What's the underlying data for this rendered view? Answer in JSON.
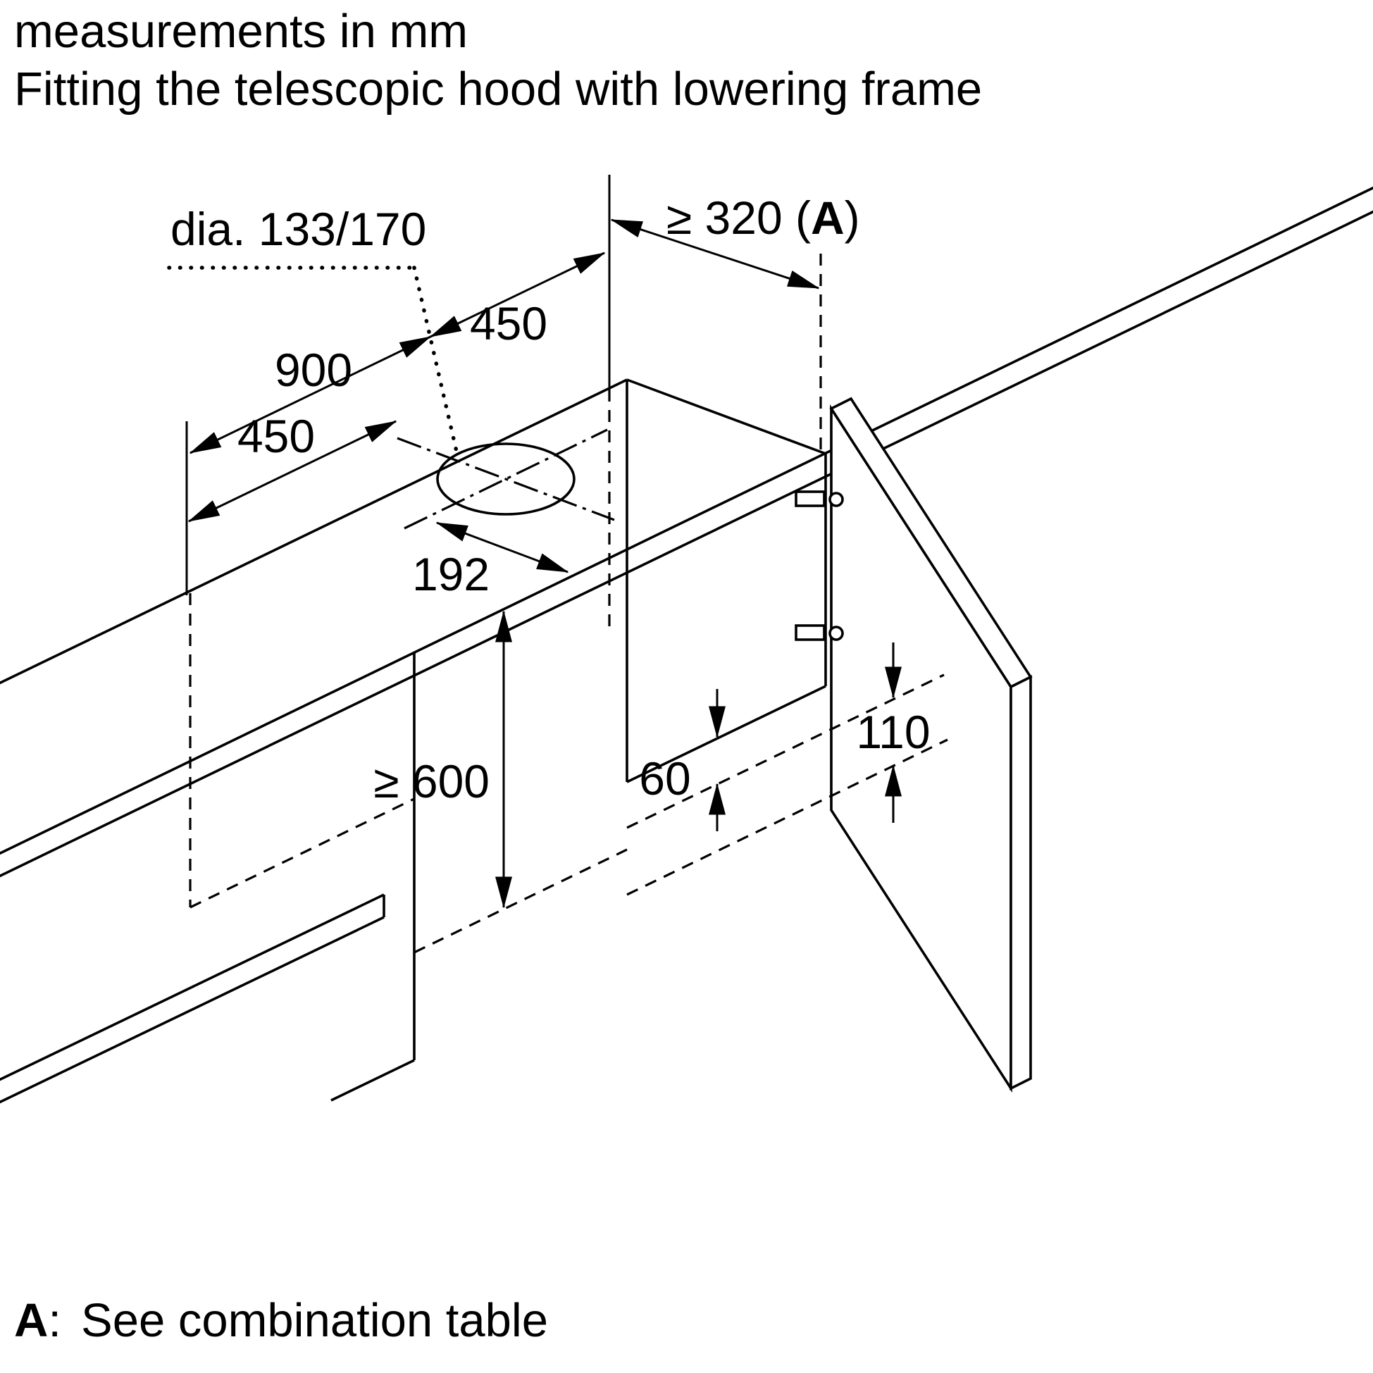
{
  "header": {
    "line1": "measurements in mm",
    "line2": "Fitting the telescopic hood with lowering frame"
  },
  "labels": {
    "hole_diameter": "dia. 133/170",
    "cabinet_width": "900",
    "hole_offset_right": "450",
    "hole_offset_front": "450",
    "duct_offset": "192",
    "min_distance_below": "≥ 600",
    "clearance_prefix": "≥ 320 (",
    "clearance_letter": "A",
    "clearance_suffix": ")",
    "frame_protrusion": "60",
    "door_strip": "110"
  },
  "footnote": {
    "letter": "A",
    "separator": ":",
    "text": "See combination table"
  }
}
